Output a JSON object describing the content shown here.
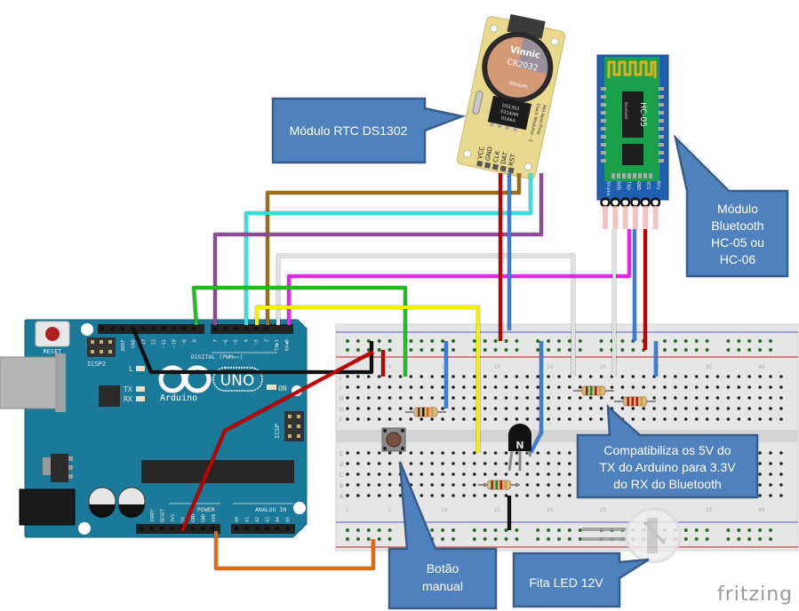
{
  "diagram": {
    "tool_watermark": "fritzing",
    "callouts": {
      "rtc": "Módulo RTC DS1302",
      "bluetooth": [
        "Módulo",
        "Bluetooth",
        "HC-05 ou",
        "HC-06"
      ],
      "divider": [
        "Compatibiliza os 5V do",
        "TX do Arduino para 3.3V",
        "do RX do Bluetooth"
      ],
      "button": [
        "Botão",
        "manual"
      ],
      "led": "Fita LED 12V"
    },
    "rtc_module": {
      "battery_brand": "Vinnic",
      "battery_model": "CR2032",
      "battery_sub": "lithium",
      "chip_lines": [
        "DS1302",
        "0214AM",
        "019AA"
      ],
      "side_label": [
        "MH-Real-Time",
        "Clock Modules - 2"
      ],
      "pins": [
        "VCC",
        "GND",
        "CLK",
        "DAT",
        "RST"
      ]
    },
    "bt_module": {
      "chip_label": "HC-05",
      "chip_sub": "Bluetooth",
      "pins": [
        "State",
        "RXD",
        "TXD",
        "GND",
        "VCC",
        "Key"
      ]
    },
    "arduino": {
      "reset_label": "RESET",
      "icsp2_label": "ICSP2",
      "icsp_label": "ICSP",
      "brand": "Arduino",
      "model": "UNO",
      "digital_label": "DIGITAL (PWM=~)",
      "power_label": "POWER",
      "analog_label": "ANALOG IN",
      "led_labels": [
        "L",
        "TX",
        "RX",
        "ON"
      ],
      "top_pins": [
        "AREF",
        "GND",
        "13",
        "12",
        "~11",
        "~10",
        "~9",
        "8",
        "7",
        "~6",
        "~5",
        "4",
        "~3",
        "2",
        "TX▶1",
        "RX◀0"
      ],
      "power_pins": [
        "IOREF",
        "RESET",
        "3V3",
        "5V",
        "GND",
        "GND",
        "VIN"
      ],
      "analog_pins": [
        "A0",
        "A1",
        "A2",
        "A3",
        "A4",
        "A5"
      ]
    },
    "breadboard": {
      "row_letters_top": [
        "J",
        "I",
        "H",
        "G",
        "F"
      ],
      "row_letters_bottom": [
        "E",
        "D",
        "C",
        "B",
        "A"
      ],
      "column_numbers": [
        "1",
        "5",
        "10",
        "15",
        "20",
        "25",
        "30",
        "35",
        "40"
      ]
    },
    "transistor_label": "N",
    "colors": {
      "callout_fill": "#4f81bd",
      "callout_border": "#385d8a",
      "arduino_blue": "#1b7a9a",
      "wire_red": "#c00000",
      "wire_blue": "#3a7fd5",
      "wire_brown": "#9a6e14",
      "wire_cyan": "#33e0e0",
      "wire_purple": "#8e4a96",
      "wire_white": "#e0e0e0",
      "wire_magenta": "#ee22ee",
      "wire_green": "#22bb22",
      "wire_yellow": "#f2f200",
      "wire_black": "#111111",
      "wire_orange": "#e06a10"
    }
  }
}
